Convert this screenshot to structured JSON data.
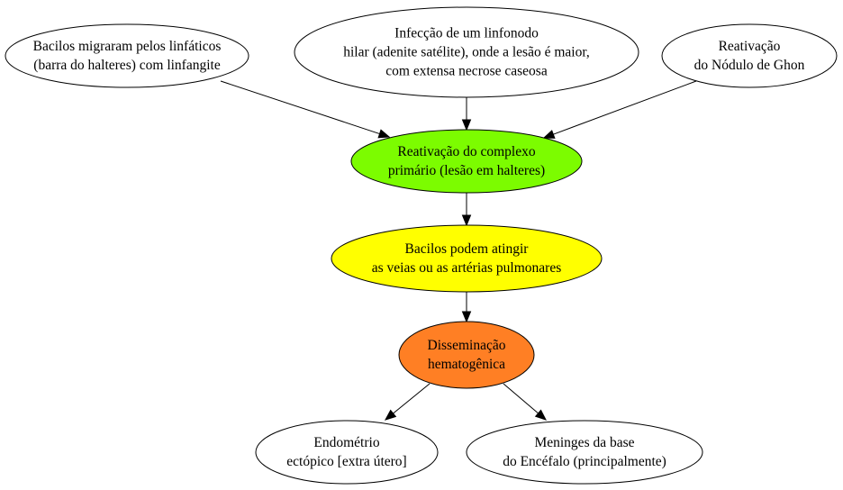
{
  "diagram": {
    "nodes": [
      {
        "id": "bacilos-migraram",
        "lines": [
          "Bacilos migraram pelos linfáticos",
          "(barra do halteres) com linfangite"
        ],
        "fill": "#ffffff"
      },
      {
        "id": "infeccao-linfonodo",
        "lines": [
          "Infecção de um linfonodo",
          "hilar (adenite satélite), onde a lesão é maior,",
          "com extensa necrose caseosa"
        ],
        "fill": "#ffffff"
      },
      {
        "id": "reativacao-ghon",
        "lines": [
          "Reativação",
          "do Nódulo de Ghon"
        ],
        "fill": "#ffffff"
      },
      {
        "id": "reativacao-complexo",
        "lines": [
          "Reativação do complexo",
          "primário (lesão em halteres)"
        ],
        "fill": "#7cfc00"
      },
      {
        "id": "bacilos-atingir",
        "lines": [
          "Bacilos podem atingir",
          "as veias ou as artérias pulmonares"
        ],
        "fill": "#ffff00"
      },
      {
        "id": "disseminacao",
        "lines": [
          "Disseminação",
          "hematogênica"
        ],
        "fill": "#ff7f24"
      },
      {
        "id": "endometrio",
        "lines": [
          "Endométrio",
          "ectópico [extra útero]"
        ],
        "fill": "#ffffff"
      },
      {
        "id": "meninges",
        "lines": [
          "Meninges da base",
          "do Encéfalo (principalmente)"
        ],
        "fill": "#ffffff"
      }
    ],
    "edges": [
      {
        "from": "bacilos-migraram",
        "to": "reativacao-complexo"
      },
      {
        "from": "infeccao-linfonodo",
        "to": "reativacao-complexo"
      },
      {
        "from": "reativacao-ghon",
        "to": "reativacao-complexo"
      },
      {
        "from": "reativacao-complexo",
        "to": "bacilos-atingir"
      },
      {
        "from": "bacilos-atingir",
        "to": "disseminacao"
      },
      {
        "from": "disseminacao",
        "to": "endometrio"
      },
      {
        "from": "disseminacao",
        "to": "meninges"
      }
    ]
  }
}
